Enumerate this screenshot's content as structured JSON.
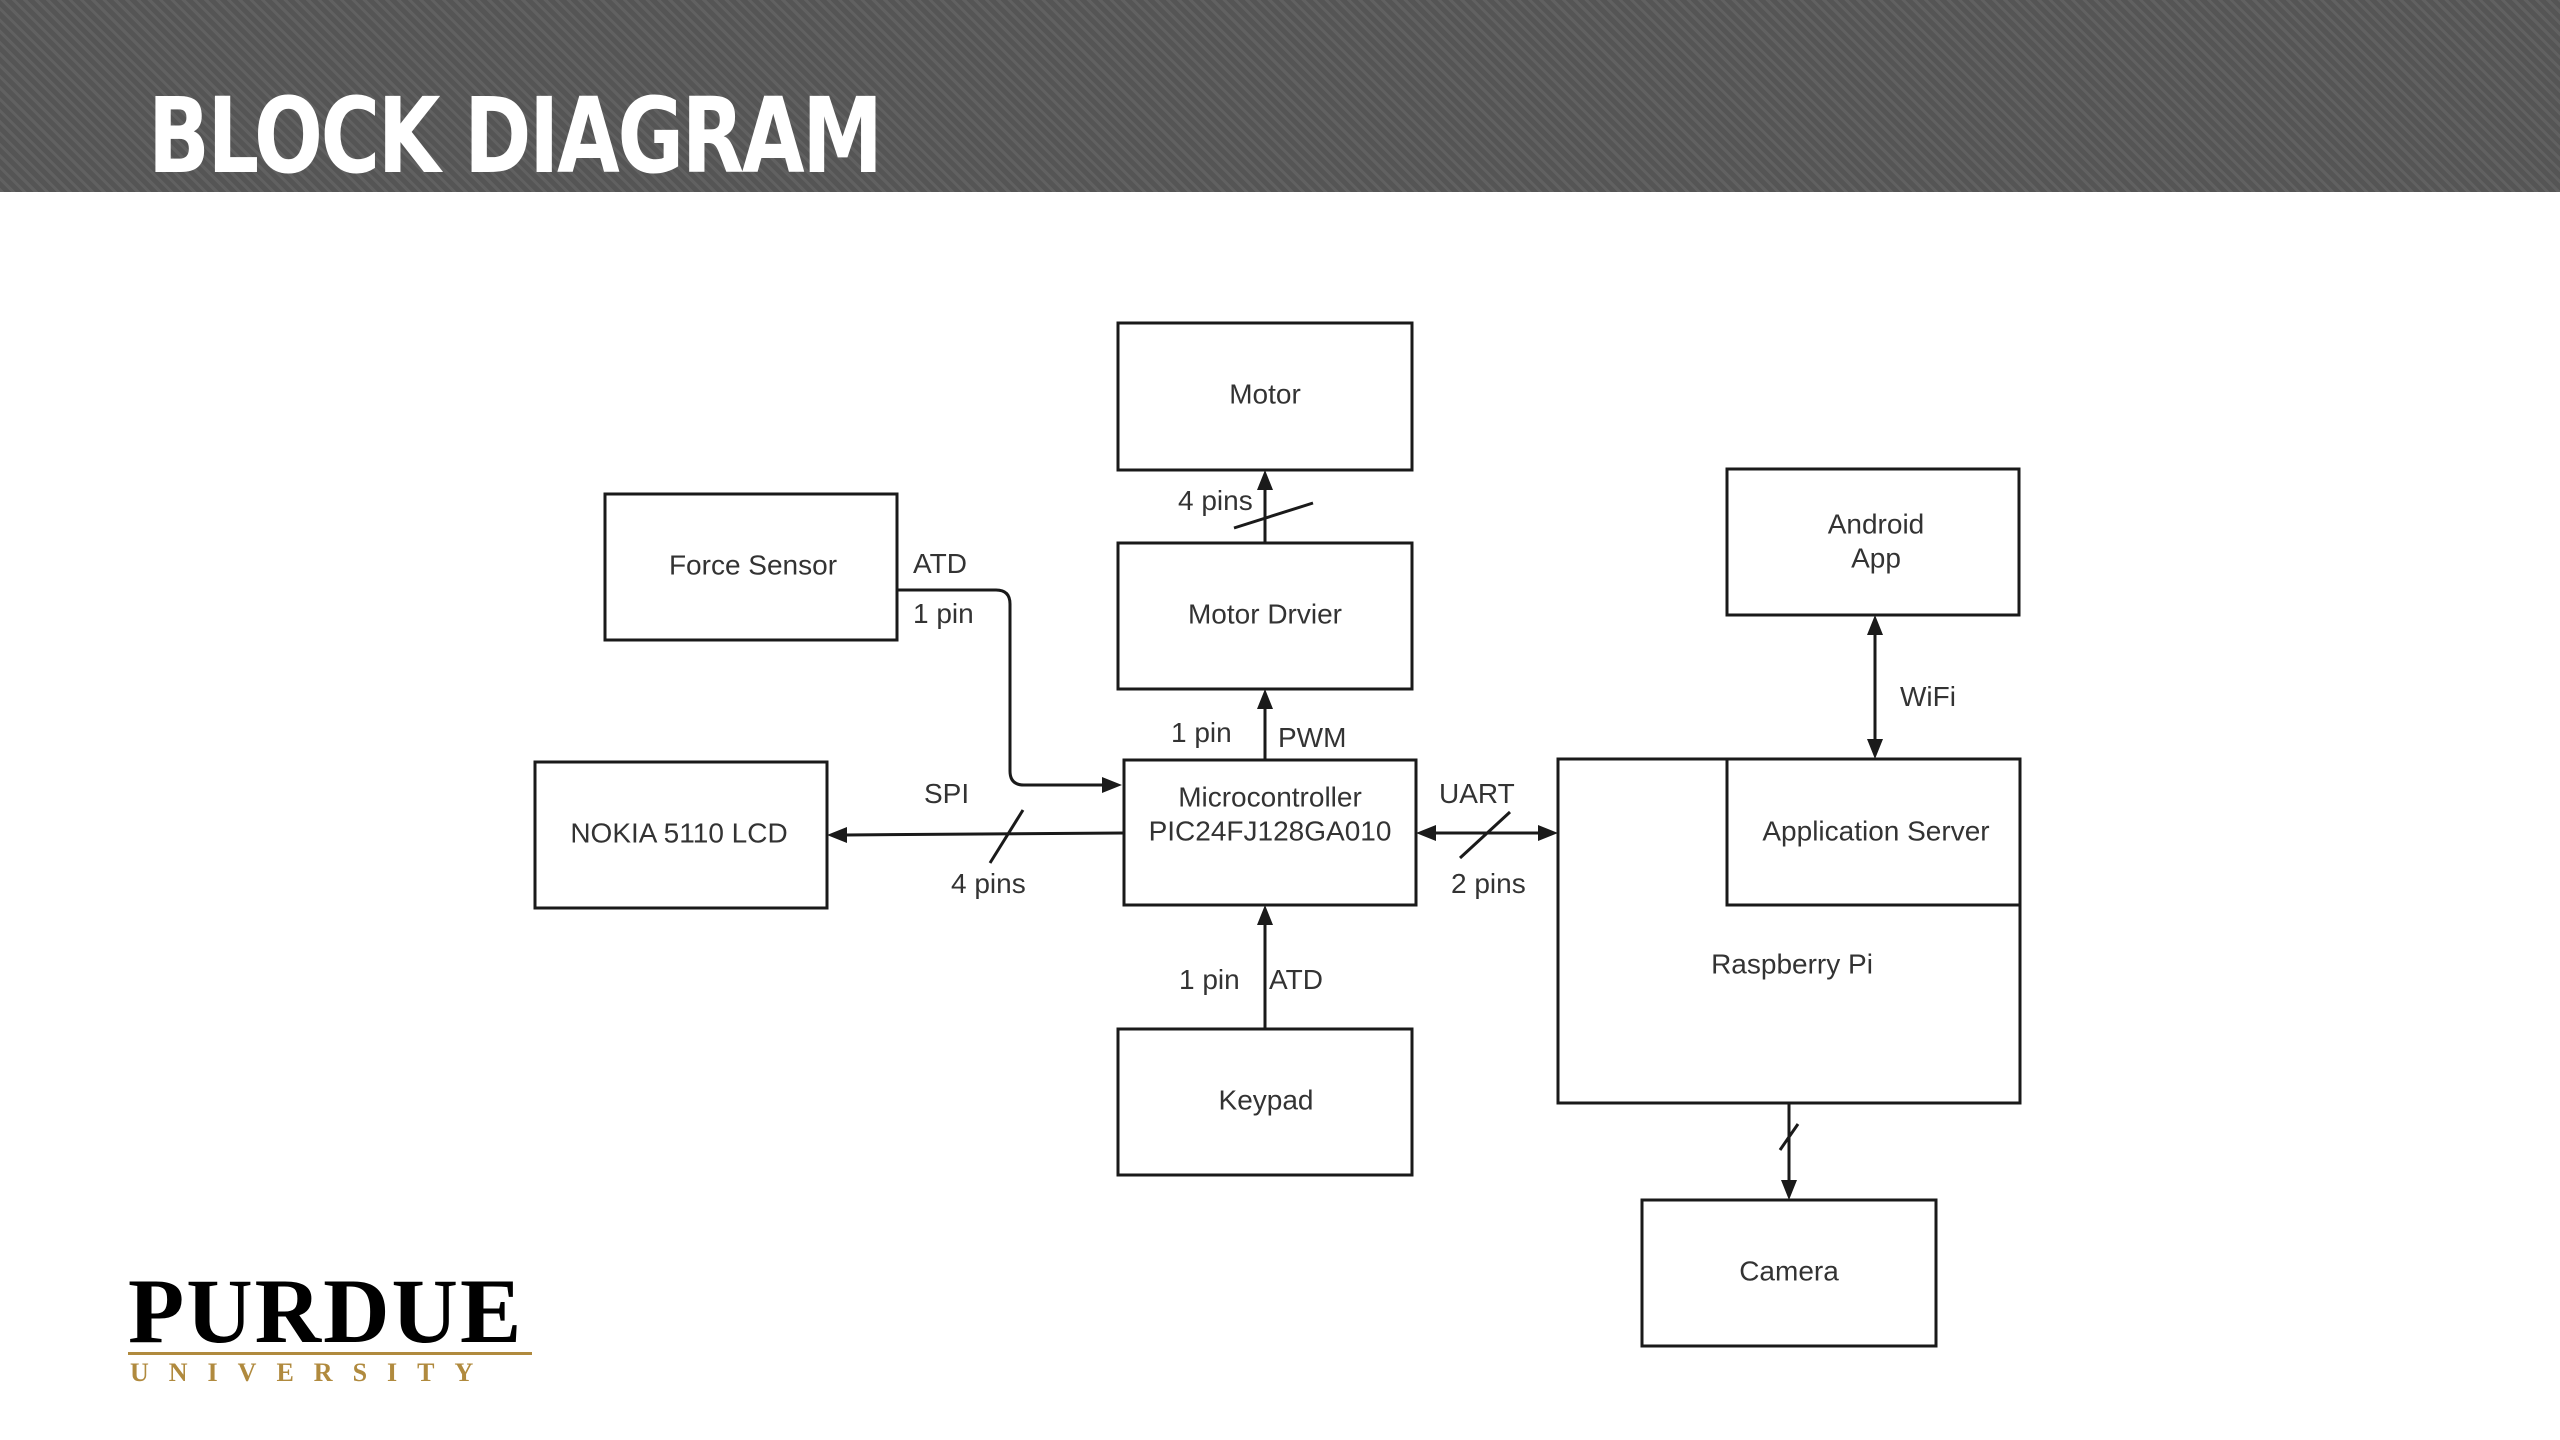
{
  "slide": {
    "title": "BLOCK DIAGRAM"
  },
  "logo": {
    "wordmark": "PURDUE",
    "subtitle": "UNIVERSITY"
  },
  "colors": {
    "banner": "#555555",
    "title_text": "#ffffff",
    "line": "#1a1a1a",
    "label": "#333333",
    "logo_gold": "#b08a3e"
  },
  "diagram": {
    "blocks": {
      "motor": "Motor",
      "motor_driver": "Motor Drvier",
      "force_sensor": "Force Sensor",
      "microcontroller": [
        "Microcontroller",
        "PIC24FJ128GA010"
      ],
      "lcd": "NOKIA 5110 LCD",
      "keypad": "Keypad",
      "android_app": [
        "Android",
        "App"
      ],
      "application_server": "Application Server",
      "raspberry_pi": "Raspberry Pi",
      "camera": "Camera"
    },
    "labels": {
      "motor_pins": "4 pins",
      "force_atd": "ATD",
      "force_pins": "1 pin",
      "pwm_pins": "1 pin",
      "pwm": "PWM",
      "spi": "SPI",
      "spi_pins": "4 pins",
      "uart": "UART",
      "uart_pins": "2 pins",
      "keypad_pins": "1 pin",
      "keypad_atd": "ATD",
      "wifi": "WiFi"
    }
  }
}
